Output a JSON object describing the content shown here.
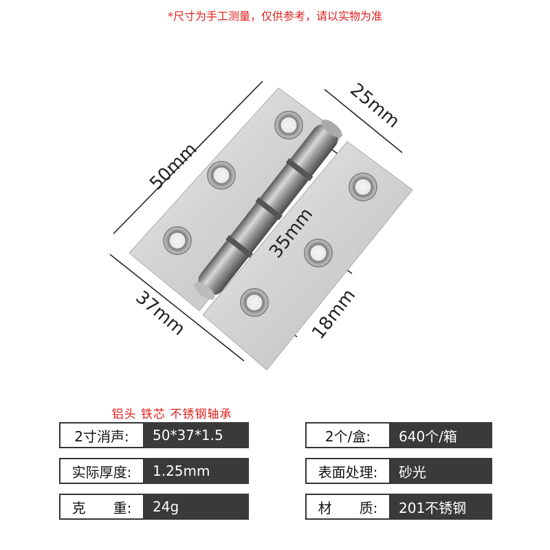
{
  "notice": "*尺寸为手工测量，仅供参考，请以实物为准",
  "dimensions": {
    "height": "50mm",
    "width": "37mm",
    "leaf_width": "25mm",
    "hole_span": "35mm",
    "hole_offset": "18mm"
  },
  "feature": "铝头 铁芯 不锈钢轴承",
  "specs": {
    "left": [
      {
        "label": "2寸消声:",
        "value": "50*37*1.5"
      },
      {
        "label": "实际厚度:",
        "value": "1.25mm"
      },
      {
        "label": "克　　重:",
        "value": "24g"
      }
    ],
    "right": [
      {
        "label": "2个/盒:",
        "value": "640个/箱"
      },
      {
        "label": "表面处理:",
        "value": "砂光"
      },
      {
        "label": "材　　质:",
        "value": "201不锈钢"
      }
    ]
  },
  "colors": {
    "notice": "#e0201e",
    "value_bg": "#3a3a3a"
  }
}
